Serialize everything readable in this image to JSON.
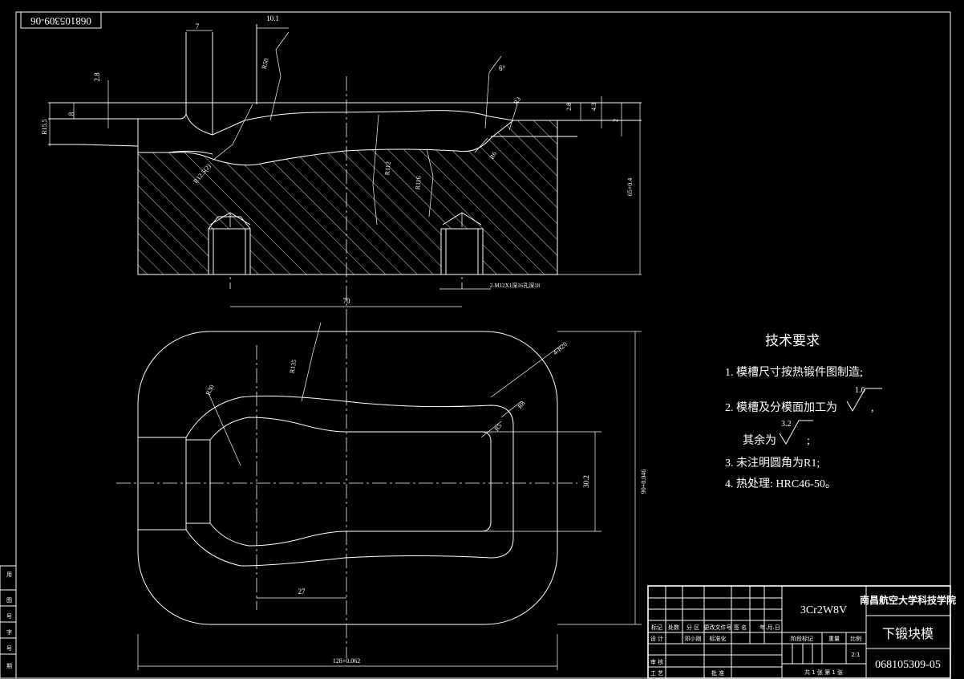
{
  "drawing_code_flipped": "068105309-06",
  "material": "3Cr2W8V",
  "institution": "南昌航空大学科技学院",
  "part_name": "下锻块模",
  "drawing_number": "068105309-05",
  "scale": "2:1",
  "sheet_info": "共 1 张  第 1 张",
  "tech_req": {
    "title": "技术要求",
    "items": [
      "1. 模槽尺寸按热锻件图制造;",
      "2. 模槽及分模面加工为",
      "其余为",
      "3. 未注明圆角为R1;",
      "4. 热处理: HRC46-50。"
    ],
    "roughness_1": "1.6",
    "roughness_2": "3.2",
    "sep_comma": ",",
    "sep_semicolon": ";"
  },
  "title_block_labels": {
    "mark": "标记",
    "count": "处数",
    "zone": "分 区",
    "change_doc": "更改文件号",
    "signature": "签 名",
    "date": "年.月.日",
    "design": "设 计",
    "designer": "邓小刚",
    "standardize": "标准化",
    "stage_mark": "阶段标记",
    "weight": "重量",
    "ratio": "比例",
    "review": "审 核",
    "process": "工 艺",
    "approve": "批 准"
  },
  "side_labels": [
    "用",
    "图",
    "号",
    "字",
    "号",
    "期"
  ],
  "dimensions": {
    "d_10_1": "10.1",
    "d_7": "7",
    "d_2_8": "2.8",
    "d_8": "8",
    "d_R15": "R15.5",
    "d_R50": "R50",
    "d_6deg": "6°",
    "d_R3": "R3",
    "d_2_8b": "2.8",
    "d_4_3": "4.3",
    "d_2": "2",
    "d_R12_front": "R12.5(2)",
    "d_R112": "R112",
    "d_R116": "R116",
    "d_R6": "R6",
    "d_height": "65+0.4",
    "d_holes": "2-M12X1深16孔深18",
    "d_70": "70",
    "d_R20": "4-R20",
    "d_R135": "R135",
    "d_R30": "R30",
    "d_R8": "R8",
    "d_R5": "R5",
    "d_30_2": "30.2",
    "d_width": "90+0.046",
    "d_27": "27",
    "d_length": "128+0.062"
  }
}
